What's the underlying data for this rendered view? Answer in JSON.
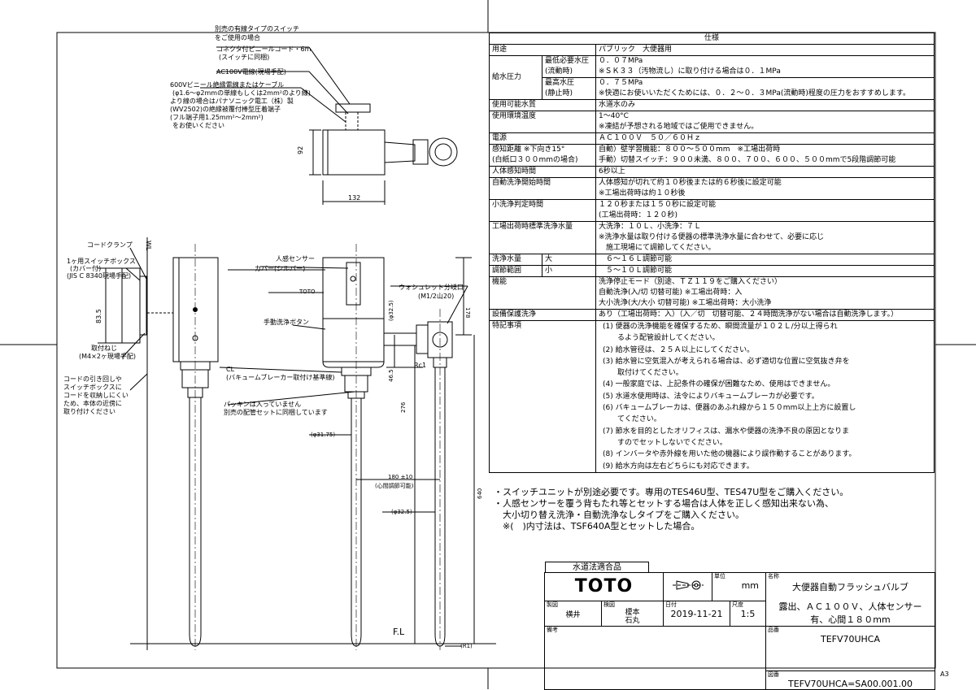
{
  "sheet": {
    "size": "A3"
  },
  "top_view": {
    "note_optional_switch": [
      "別売の有線タイプのスイッチ",
      "をご使用の場合"
    ],
    "note_connector": [
      "コネクタ付ビニールコード・6m",
      "(スイッチに同梱)"
    ],
    "note_ac100v": "AC100V電線(現場手配)",
    "note_cable": [
      "600Vビニール絶縁電線またはケーブル",
      "(φ1.6～φ2mmの単線もしくは2mm²のより線)",
      "より線の場合はパナソニック電工（株）製",
      "(WV2502)の絶縁被覆付棒型圧着端子",
      "(フル端子用1.25mm²～2mm²)",
      "をお使いください"
    ],
    "dim_92": "92",
    "dim_132": "132"
  },
  "side_view": {
    "cord_clamp": "コードクランプ",
    "switch_box": [
      "1ヶ用スイッチボックス",
      "(カバー付)",
      "(JIS C 8340現場手配)"
    ],
    "dim_83_5": "83.5",
    "mount_screw": [
      "取付ねじ",
      "(M4×2ヶ現場手配)"
    ],
    "cord_note": [
      "コードの引き回しや",
      "スイッチボックスに",
      "コードを収納しにくい",
      "ため、本体の近傍に",
      "取り付けください"
    ],
    "wl": "WL"
  },
  "front_view": {
    "sensor": "人感センサー",
    "cover": "カバー(シルバー)",
    "brand": "TOTO",
    "manual_button": "手動洗浄ボタン",
    "cl_note": [
      "CL",
      "(バキュームブレーカー取付け基準線)"
    ],
    "packing_note": [
      "パッキンは入っていません",
      "別売の配管セットに同梱しています"
    ],
    "washlet_port": [
      "ウォシュレット分岐口",
      "(M1/2山20)"
    ],
    "dim_32_5_a": "(φ32.5)",
    "dim_178": "178",
    "dim_46_5": "46.5",
    "dim_276": "276",
    "rc1": "Rc1",
    "dim_31_75": "(φ31.75)",
    "dim_180": "180 ±10",
    "dim_180_note": "(心間調節可能)",
    "dim_32_5_b": "(φ32.5)",
    "dim_640": "640",
    "fl": "F.L",
    "r1": "(R1)"
  },
  "spec": {
    "title": "仕様",
    "rows": {
      "use_label": "用途",
      "use_value": "パブリック　大便器用",
      "pressure_label": "給水圧力",
      "min_label": [
        "最低必要水圧",
        "(流動時)"
      ],
      "min_value": [
        "０．０７MPa",
        "※ＳＫ３３（汚物流し）に取り付ける場合は０．１MPa"
      ],
      "max_label": [
        "最高水圧",
        "(静止時)"
      ],
      "max_value": [
        "０．７５MPa",
        "※快適にお使いいただくためには、０．２～０．３MPa(流動時)程度の圧力をおすすめします。"
      ],
      "water_label": "使用可能水質",
      "water_value": "水道水のみ",
      "temp_label": "使用環境温度",
      "temp_value": [
        "1～40°C",
        "※凍結が予想される地域ではご使用できません。"
      ],
      "power_label": "電源",
      "power_value": "ＡＣ１００Ｖ　５０／６０Ｈｚ",
      "detect_label": [
        "感知距離 ※下向き15°",
        "(白紙口３００mmの場合)"
      ],
      "detect_value": [
        "自動）壁学習機能：８００～５００mm　※工場出荷時",
        "手動）切替スイッチ：９００未満、８００、７００、６００、５００mmで5段階調節可能"
      ],
      "detect_time_label": "人体感知時間",
      "detect_time_value": "6秒以上",
      "auto_start_label": "自動洗浄開始時間",
      "auto_start_value": [
        "人体感知が切れて約１０秒後または約６秒後に設定可能",
        "※工場出荷時は約１０秒後"
      ],
      "small_judge_label": "小洗浄判定時間",
      "small_judge_value": [
        "１２０秒または１５０秒に設定可能",
        "(工場出荷時：１２０秒)"
      ],
      "std_volume_label": "工場出荷時標準洗浄水量",
      "std_volume_value": [
        "大洗浄：１０Ｌ、小洗浄：７Ｌ",
        "※洗浄水量は取り付ける便器の標準洗浄水量に合わせて、必要に応じ",
        "　施工現場にて調節してください。"
      ],
      "flush_volume_label": "洗浄水量",
      "adjust_label": "調節範囲",
      "large": "大",
      "large_value": "　６～１６Ｌ調節可能",
      "small": "小",
      "small_value": "　５～１０Ｌ調節可能",
      "function_label": "機能",
      "function_value": [
        "洗浄停止モード（別途、ＴＺ１１９をご購入ください）",
        "自動洗浄(入/切 切替可能) ※工場出荷時：入",
        "大小洗浄(大/大小 切替可能) ※工場出荷時：大小洗浄"
      ],
      "protect_label": "設備保護洗浄",
      "protect_value": "あり（工場出荷時：入）（入／切　切替可能、２４時間洗浄がない場合は自動洗浄します。）",
      "notes_label": "特記事項",
      "notes": [
        "(1) 便器の洗浄機能を確保するため、瞬間流量が１０２Ｌ/分以上得られ",
        "　　るよう配管設計してください。",
        "(2) 給水管径は、２５Ａ以上にしてください。",
        "(3) 給水管に空気混入が考えられる場合は、必ず適切な位置に空気抜き弁を",
        "　　取付けてください。",
        "(4) 一般家庭では、上記条件の確保が困難なため、使用はできません。",
        "(5) 水道水使用時は、法令によりバキュームブレーカが必要です。",
        "(6) バキュームブレーカは、便器のあふれ線から１５０mm以上上方に設置し",
        "　　てください。",
        "(7) 節水を目的としたオリフィスは、漏水や便器の洗浄不良の原因となりま",
        "　　すのでセットしないでください。",
        "(8) インバータや赤外線を用いた他の機器により誤作動することがあります。",
        "(9) 給水方向は左右どちらにも対応できます。"
      ]
    }
  },
  "bottom_notes": [
    "・スイッチユニットが別途必要です。専用のTES46U型、TES47U型をご購入ください。",
    "・人感センサーを覆う背もたれ等とセットする場合は人体を正しく感知出来ない為、",
    "　大小切り替え洗浄・自動洗浄なしタイプをご購入ください。",
    "　※(　)内寸法は、TSF640A型とセットした場合。"
  ],
  "title_block": {
    "water_law": "水道法適合品",
    "logo": "TOTO",
    "unit_label": "単位",
    "unit_value": "mm",
    "name_label": "名称",
    "name_value": [
      "大便器自動フラッシュバルブ",
      "露出、ＡＣ１００Ｖ、人体センサー",
      "有、心間１８０mm"
    ],
    "drawn_label": "製図",
    "drawn_value": "横井",
    "check_label": "検図",
    "check_value": [
      "榎本",
      "石丸"
    ],
    "date_label": "日付",
    "date_value": "2019-11-21",
    "scale_label": "尺度",
    "scale_value": "1:5",
    "product_label": "品番",
    "product_value": "TEFV70UHCA",
    "remarks_label": "備考",
    "drawing_label": "図番",
    "drawing_value": "TEFV70UHCA=SA00.001.00"
  }
}
